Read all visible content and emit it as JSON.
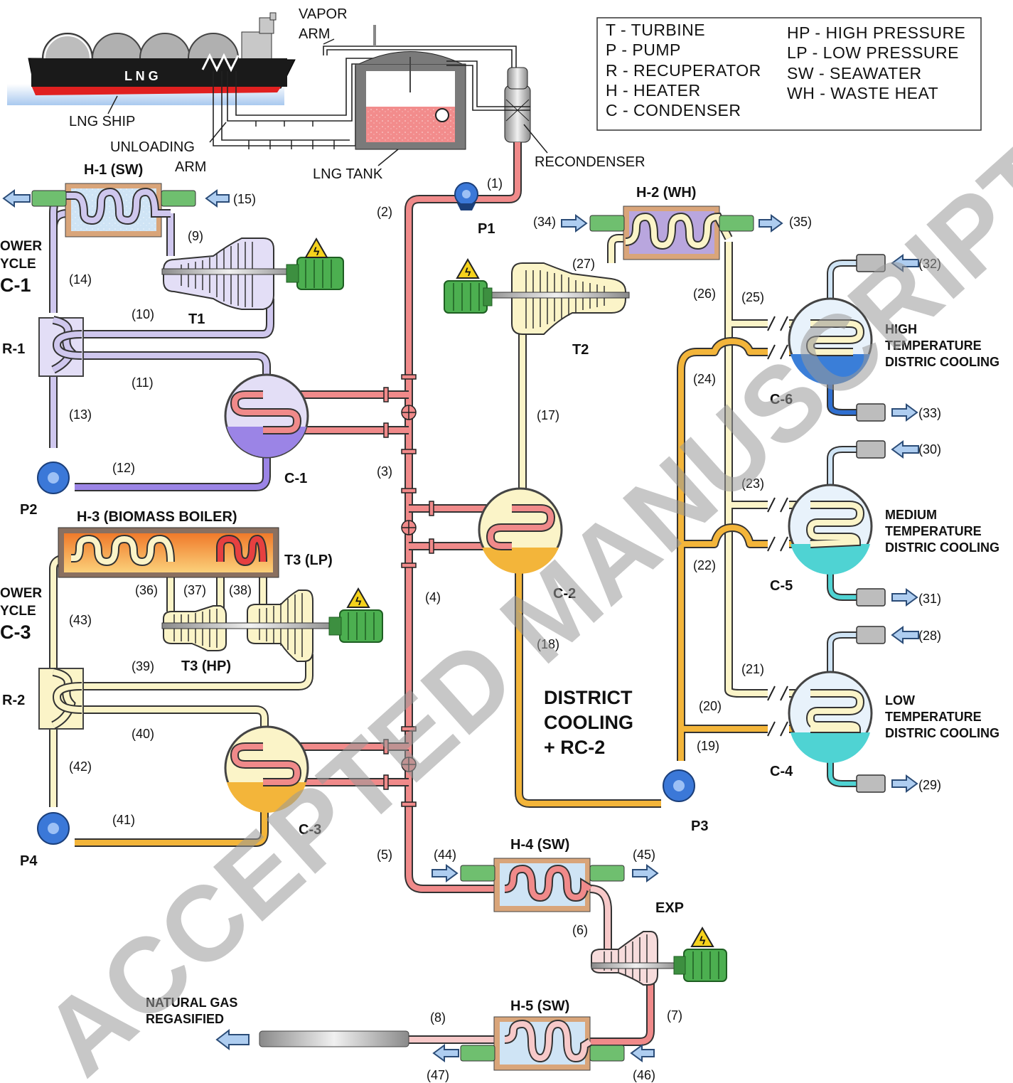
{
  "legend": {
    "left": [
      "T - TURBINE",
      "P - PUMP",
      "R - RECUPERATOR",
      "H - HEATER",
      "C - CONDENSER"
    ],
    "right": [
      "HP - HIGH PRESSURE",
      "LP - LOW PRESSURE",
      "SW - SEAWATER",
      "WH - WASTE HEAT"
    ]
  },
  "terminal": {
    "vapor_arm": [
      "VAPOR",
      "ARM"
    ],
    "lng_ship": "LNG SHIP",
    "ship_text": "L N G",
    "unloading_arm": [
      "UNLOADING",
      "ARM"
    ],
    "lng_tank": "LNG TANK",
    "recondenser": "RECONDENSER"
  },
  "equipment": {
    "h1": "H-1 (SW)",
    "h2": "H-2 (WH)",
    "h3": "H-3 (BIOMASS BOILER)",
    "h4": "H-4 (SW)",
    "h5": "H-5 (SW)",
    "t1": "T1",
    "t2": "T2",
    "t3_lp": "T3 (LP)",
    "t3_hp": "T3 (HP)",
    "exp": "EXP",
    "p1": "P1",
    "p2": "P2",
    "p3": "P3",
    "p4": "P4",
    "r1": "R-1",
    "r2": "R-2",
    "c1": "C-1",
    "c2": "C-2",
    "c3": "C-3",
    "c4": "C-4",
    "c5": "C-5",
    "c6": "C-6"
  },
  "cycles": {
    "rc1": [
      "OWER",
      "YCLE",
      "C-1"
    ],
    "rc3": [
      "OWER",
      "YCLE",
      "C-3"
    ],
    "district": [
      "DISTRICT",
      "COOLING",
      "+ RC-2"
    ]
  },
  "cooling": {
    "high": [
      "HIGH",
      "TEMPERATURE",
      "DISTRIC COOLING"
    ],
    "medium": [
      "MEDIUM",
      "TEMPERATURE",
      "DISTRIC COOLING"
    ],
    "low": [
      "LOW",
      "TEMPERATURE",
      "DISTRIC COOLING"
    ]
  },
  "output": [
    "NATURAL GAS",
    "REGASIFIED"
  ],
  "streams": {
    "s1": "(1)",
    "s2": "(2)",
    "s3": "(3)",
    "s4": "(4)",
    "s5": "(5)",
    "s6": "(6)",
    "s7": "(7)",
    "s8": "(8)",
    "s9": "(9)",
    "s10": "(10)",
    "s11": "(11)",
    "s12": "(12)",
    "s13": "(13)",
    "s14": "(14)",
    "s15": "(15)",
    "s17": "(17)",
    "s18": "(18)",
    "s19": "(19)",
    "s20": "(20)",
    "s21": "(21)",
    "s22": "(22)",
    "s23": "(23)",
    "s24": "(24)",
    "s25": "(25)",
    "s26": "(26)",
    "s27": "(27)",
    "s28": "(28)",
    "s29": "(29)",
    "s30": "(30)",
    "s31": "(31)",
    "s32": "(32)",
    "s33": "(33)",
    "s34": "(34)",
    "s35": "(35)",
    "s36": "(36)",
    "s37": "(37)",
    "s38": "(38)",
    "s39": "(39)",
    "s40": "(40)",
    "s41": "(41)",
    "s42": "(42)",
    "s43": "(43)",
    "s44": "(44)",
    "s45": "(45)",
    "s46": "(46)",
    "s47": "(47)"
  },
  "watermark": "ACCEPTED MANUSCRIPT",
  "colors": {
    "lng": "#f08a8a",
    "rc1": "#cfc7ee",
    "rc1_liquid": "#9b84e6",
    "cream": "#fbf4c8",
    "orange": "#f3b53a",
    "seawater": "#cfe4f5",
    "pump": "#3b78d8",
    "generator": "#4caf50",
    "warning": "#f5d21c"
  }
}
